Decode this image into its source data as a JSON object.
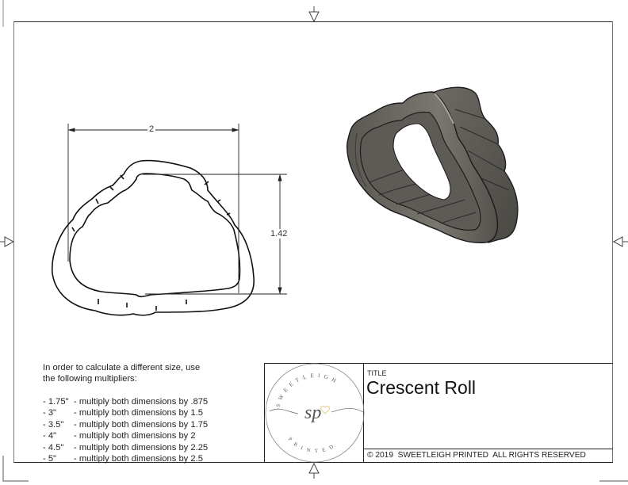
{
  "drawing": {
    "dimensions": {
      "width_label": "2",
      "height_label": "1.42"
    },
    "views": [
      "top-outline-view",
      "isometric-3d-view"
    ],
    "model_color": "#5f5c57"
  },
  "instructions": {
    "intro_line1": "In order to calculate a different size, use",
    "intro_line2": "the following multipliers:",
    "multipliers": [
      {
        "size": "- 1.75\"",
        "text": "- multiply both dimensions by .875"
      },
      {
        "size": "- 3\"",
        "text": "- multiply both dimensions by 1.5"
      },
      {
        "size": "- 3.5\"",
        "text": "- multiply both dimensions by 1.75"
      },
      {
        "size": "- 4\"",
        "text": "- multiply both dimensions by 2"
      },
      {
        "size": "- 4.5\"",
        "text": "- multiply both dimensions by 2.25"
      },
      {
        "size": "- 5\"",
        "text": "- multiply both dimensions by 2.5"
      }
    ]
  },
  "title_block": {
    "title_label": "TITLE",
    "title_value": "Crescent Roll",
    "copyright": "© 2019  SWEETLEIGH PRINTED  ALL RIGHTS RESERVED",
    "logo": {
      "top_text": "SWEETLEIGH",
      "monogram": "sp",
      "bottom_text": "PRINTED",
      "accent_color": "#e6d49a"
    }
  }
}
